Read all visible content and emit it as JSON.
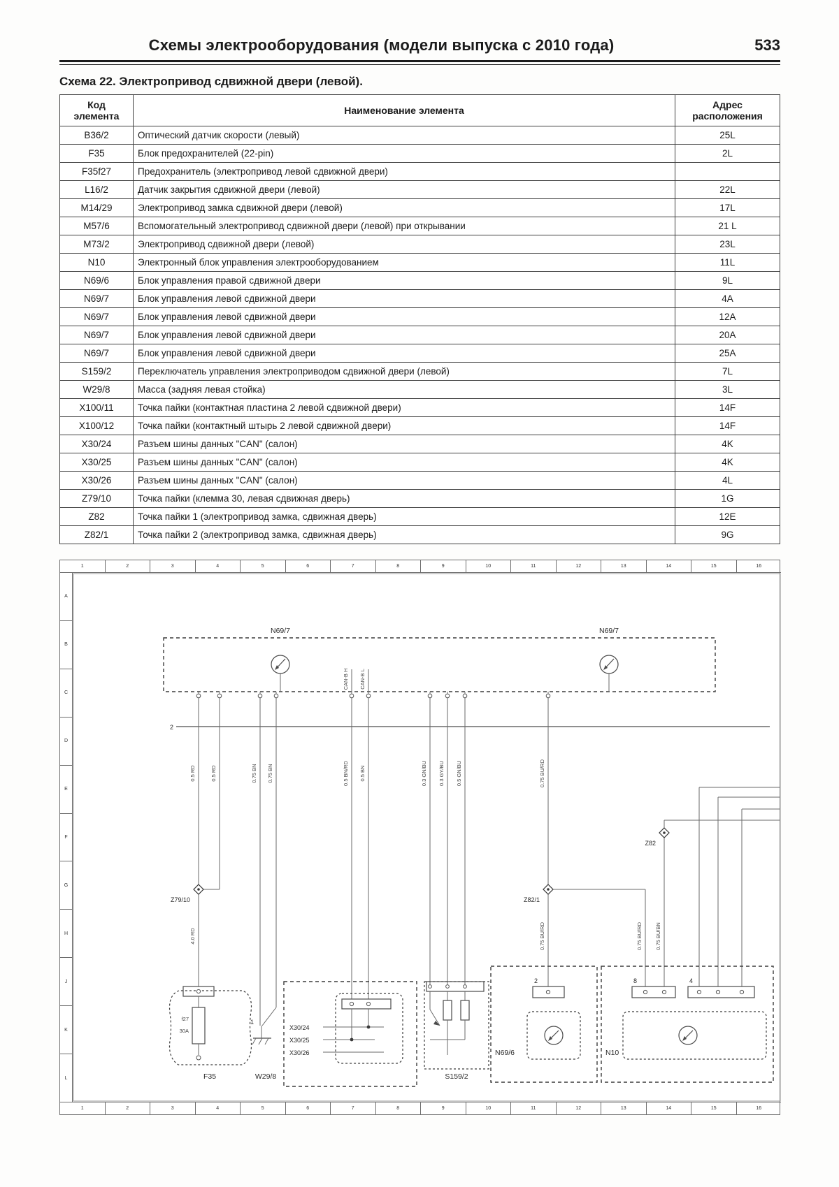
{
  "page": {
    "header_title": "Схемы электрооборудования (модели выпуска с 2010 года)",
    "page_number": "533",
    "schema_title": "Схема 22. Электропривод сдвижной двери (левой)."
  },
  "table": {
    "columns": {
      "code": "Код элемента",
      "name": "Наименование элемента",
      "address": "Адрес расположения"
    },
    "rows": [
      [
        "B36/2",
        "Оптический датчик скорости (левый)",
        "25L"
      ],
      [
        "F35",
        "Блок предохранителей (22-pin)",
        "2L"
      ],
      [
        "F35f27",
        "Предохранитель (электропривод левой сдвижной двери)",
        ""
      ],
      [
        "L16/2",
        "Датчик закрытия сдвижной двери (левой)",
        "22L"
      ],
      [
        "M14/29",
        "Электропривод замка сдвижной двери (левой)",
        "17L"
      ],
      [
        "M57/6",
        "Вспомогательный электропривод сдвижной двери (левой) при открывании",
        "21 L"
      ],
      [
        "M73/2",
        "Электропривод сдвижной двери (левой)",
        "23L"
      ],
      [
        "N10",
        "Электронный блок управления электрооборудованием",
        "11L"
      ],
      [
        "N69/6",
        "Блок управления правой сдвижной двери",
        "9L"
      ],
      [
        "N69/7",
        "Блок управления левой сдвижной двери",
        "4A"
      ],
      [
        "N69/7",
        "Блок управления левой сдвижной двери",
        "12A"
      ],
      [
        "N69/7",
        "Блок управления левой сдвижной двери",
        "20A"
      ],
      [
        "N69/7",
        "Блок управления левой сдвижной двери",
        "25A"
      ],
      [
        "S159/2",
        "Переключатель управления электроприводом сдвижной двери (левой)",
        "7L"
      ],
      [
        "W29/8",
        "Масса (задняя левая стойка)",
        "3L"
      ],
      [
        "X100/11",
        "Точка пайки (контактная пластина 2 левой сдвижной двери)",
        "14F"
      ],
      [
        "X100/12",
        "Точка пайки (контактный штырь 2 левой сдвижной двери)",
        "14F"
      ],
      [
        "X30/24",
        "Разъем шины данных \"CAN\" (салон)",
        "4K"
      ],
      [
        "X30/25",
        "Разъем шины данных \"CAN\" (салон)",
        "4K"
      ],
      [
        "X30/26",
        "Разъем шины данных \"CAN\" (салон)",
        "4L"
      ],
      [
        "Z79/10",
        "Точка пайки (клемма 30, левая сдвижная дверь)",
        "1G"
      ],
      [
        "Z82",
        "Точка пайки 1 (электропривод замка, сдвижная дверь)",
        "12E"
      ],
      [
        "Z82/1",
        "Точка пайки 2 (электропривод замка, сдвижная дверь)",
        "9G"
      ]
    ]
  },
  "diagram": {
    "ruler_numbers": [
      "1",
      "2",
      "3",
      "4",
      "5",
      "6",
      "7",
      "8",
      "9",
      "10",
      "11",
      "12",
      "13",
      "14",
      "15",
      "16"
    ],
    "ruler_letters": [
      "A",
      "B",
      "C",
      "D",
      "E",
      "F",
      "G",
      "H",
      "J",
      "K",
      "L"
    ],
    "labels": {
      "n697_left": "N69/7",
      "n697_right": "N69/7",
      "bus": "2",
      "can_h": "CAN-B H",
      "can_l": "CAN-B L",
      "z79": "Z79/10",
      "z82": "Z82",
      "z821": "Z82/1",
      "f35": "F35",
      "f35_fuse": "f27",
      "f35_rating": "30A",
      "w29": "W29/8",
      "w29_pin": "1",
      "x3024": "X30/24",
      "x3025": "X30/25",
      "x3026": "X30/26",
      "s159": "S159/2",
      "n696": "N69/6",
      "n696_conn": "2",
      "n10": "N10",
      "n10_conn_left": "8",
      "n10_conn_right": "4"
    },
    "wires": {
      "w1": "0.5 RD",
      "w2": "0.5 RD",
      "w3": "0.75 BN",
      "w4": "0.75 BN",
      "w5": "0.5 BN/RD",
      "w6": "0.5 BN",
      "w7": "0.3 GN/BU",
      "w8": "0.3 GY/BU",
      "w9": "0.5 GN/BU",
      "w10": "0.75 BU/RD",
      "w11": "4.0 RD",
      "w12": "0.75 BU/RD",
      "w13": "0.75 BU/RD",
      "w14": "0.75 BU/BN"
    }
  }
}
